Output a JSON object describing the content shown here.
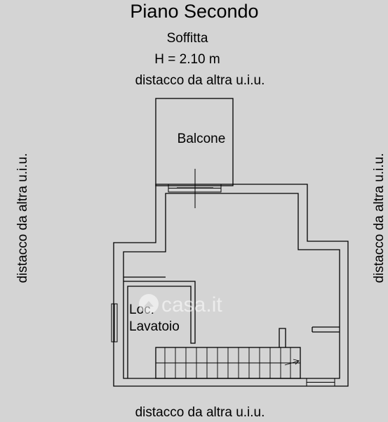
{
  "header": {
    "floor_title": "Piano Secondo",
    "room_type": "Soffitta",
    "height": "H = 2.10 m"
  },
  "rooms": {
    "balcony": "Balcone",
    "laundry_line1": "Loc.",
    "laundry_line2": "Lavatoio"
  },
  "boundaries": {
    "top": "distacco da altra u.i.u.",
    "left": "distacco da altra u.i.u.",
    "right": "distacco da altra u.i.u.",
    "bottom": "distacco da altra u.i.u."
  },
  "watermark": {
    "text": "casa.it",
    "icon": "casa-logo-icon"
  },
  "colors": {
    "background": "#d4d4d4",
    "lines": "#000000"
  }
}
